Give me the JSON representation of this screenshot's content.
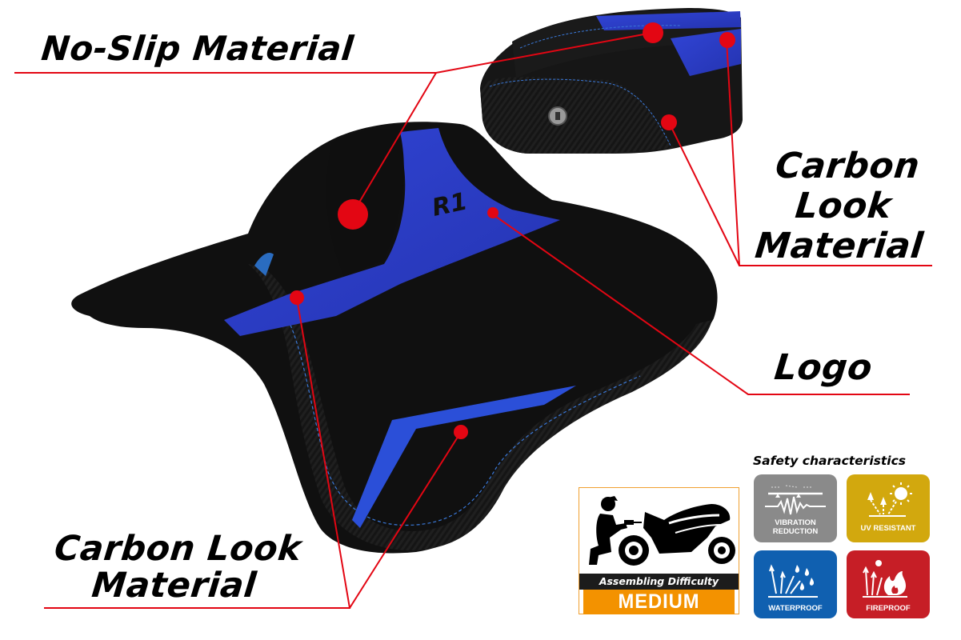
{
  "callouts": {
    "no_slip": "No-Slip Material",
    "carbon_right_line1": "Carbon",
    "carbon_right_line2": "Look",
    "carbon_right_line3": "Material",
    "logo": "Logo",
    "carbon_left_line1": "Carbon Look",
    "carbon_left_line2": "Material"
  },
  "product": {
    "seat_logo_text": "R1"
  },
  "badge": {
    "title": "Assembling Difficulty",
    "level": "MEDIUM",
    "icon": "mechanic-with-motorcycle-icon",
    "accent": "#f39200"
  },
  "safety": {
    "title": "Safety characteristics",
    "tiles": [
      {
        "label_line1": "VIBRATION",
        "label_line2": "REDUCTION",
        "icon": "vibration-icon",
        "color": "#8a8a8a"
      },
      {
        "label_line1": "UV RESISTANT",
        "label_line2": "",
        "icon": "sun-uv-icon",
        "color": "#d2a80e"
      },
      {
        "label_line1": "WATERPROOF",
        "label_line2": "",
        "icon": "water-drops-icon",
        "color": "#1060b0"
      },
      {
        "label_line1": "FIREPROOF",
        "label_line2": "",
        "icon": "fire-icon",
        "color": "#c61e26"
      }
    ]
  },
  "colors": {
    "callout_line": "#e30613",
    "seat_blue": "#2b3ec8",
    "seat_black": "#121212",
    "stitch": "#3a78d8"
  }
}
